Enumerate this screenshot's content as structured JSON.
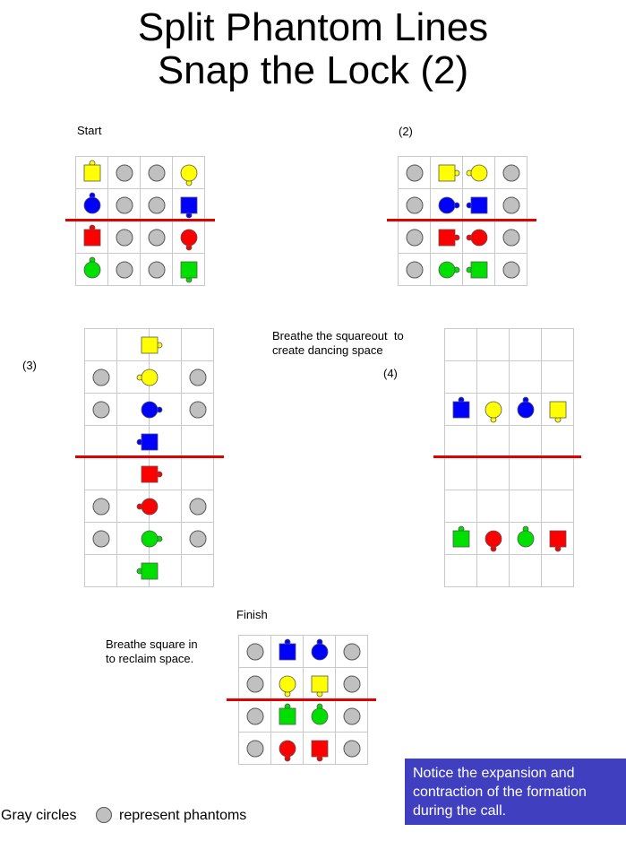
{
  "title_line1": "Split Phantom Lines",
  "title_line2": "Snap the Lock (2)",
  "labels": {
    "start": "Start",
    "step2": "(2)",
    "step3": "(3)",
    "step4": "(4)",
    "breathe_out": "Breathe the squareout  to\ncreate dancing space",
    "finish": "Finish",
    "breathe_in": "Breathe square in\nto reclaim space."
  },
  "note": "Notice the expansion and contraction of the formation during the call.",
  "legend": {
    "prefix": "Gray circles",
    "suffix": "represent phantoms"
  },
  "colors": {
    "yellow": "#ffff00",
    "blue": "#0000ff",
    "red": "#ff0000",
    "green": "#00e000",
    "phantom": "#c0c0c0",
    "line": "#e00000",
    "note_bg": "#3f3fc0"
  },
  "diagrams": {
    "start": {
      "rows": [
        [
          {
            "s": "square",
            "c": "yellow",
            "f": "n"
          },
          {
            "s": "phantom"
          },
          {
            "s": "phantom"
          },
          {
            "s": "circle",
            "c": "yellow",
            "f": "s"
          }
        ],
        [
          {
            "s": "circle",
            "c": "blue",
            "f": "n"
          },
          {
            "s": "phantom"
          },
          {
            "s": "phantom"
          },
          {
            "s": "square",
            "c": "blue",
            "f": "s"
          }
        ],
        [
          {
            "s": "square",
            "c": "red",
            "f": "n"
          },
          {
            "s": "phantom"
          },
          {
            "s": "phantom"
          },
          {
            "s": "circle",
            "c": "red",
            "f": "s"
          }
        ],
        [
          {
            "s": "circle",
            "c": "green",
            "f": "n"
          },
          {
            "s": "phantom"
          },
          {
            "s": "phantom"
          },
          {
            "s": "square",
            "c": "green",
            "f": "s"
          }
        ]
      ]
    },
    "step2": {
      "rows": [
        [
          {
            "s": "phantom"
          },
          {
            "s": "square",
            "c": "yellow",
            "f": "e"
          },
          {
            "s": "circle",
            "c": "yellow",
            "f": "w"
          },
          {
            "s": "phantom"
          }
        ],
        [
          {
            "s": "phantom"
          },
          {
            "s": "circle",
            "c": "blue",
            "f": "e"
          },
          {
            "s": "square",
            "c": "blue",
            "f": "w"
          },
          {
            "s": "phantom"
          }
        ],
        [
          {
            "s": "phantom"
          },
          {
            "s": "square",
            "c": "red",
            "f": "e"
          },
          {
            "s": "circle",
            "c": "red",
            "f": "w"
          },
          {
            "s": "phantom"
          }
        ],
        [
          {
            "s": "phantom"
          },
          {
            "s": "circle",
            "c": "green",
            "f": "e"
          },
          {
            "s": "square",
            "c": "green",
            "f": "w"
          },
          {
            "s": "phantom"
          }
        ]
      ]
    },
    "step3": {
      "dancers": [
        {
          "row": 0,
          "s": "square",
          "c": "yellow",
          "f": "e"
        },
        {
          "row": 1,
          "s": "circle",
          "c": "yellow",
          "f": "w"
        },
        {
          "row": 2,
          "s": "circle",
          "c": "blue",
          "f": "e"
        },
        {
          "row": 3,
          "s": "square",
          "c": "blue",
          "f": "w"
        },
        {
          "row": 4,
          "s": "square",
          "c": "red",
          "f": "e"
        },
        {
          "row": 5,
          "s": "circle",
          "c": "red",
          "f": "w"
        },
        {
          "row": 6,
          "s": "circle",
          "c": "green",
          "f": "e"
        },
        {
          "row": 7,
          "s": "square",
          "c": "green",
          "f": "w"
        }
      ],
      "phantom_rows": [
        1,
        2,
        5,
        6
      ]
    },
    "step4": {
      "top": [
        {
          "s": "square",
          "c": "blue",
          "f": "n"
        },
        {
          "s": "circle",
          "c": "yellow",
          "f": "s"
        },
        {
          "s": "circle",
          "c": "blue",
          "f": "n"
        },
        {
          "s": "square",
          "c": "yellow",
          "f": "s"
        }
      ],
      "bottom": [
        {
          "s": "square",
          "c": "green",
          "f": "n"
        },
        {
          "s": "circle",
          "c": "red",
          "f": "s"
        },
        {
          "s": "circle",
          "c": "green",
          "f": "n"
        },
        {
          "s": "square",
          "c": "red",
          "f": "s"
        }
      ]
    },
    "finish": {
      "rows": [
        [
          {
            "s": "phantom"
          },
          {
            "s": "square",
            "c": "blue",
            "f": "n"
          },
          {
            "s": "circle",
            "c": "blue",
            "f": "n"
          },
          {
            "s": "phantom"
          }
        ],
        [
          {
            "s": "phantom"
          },
          {
            "s": "circle",
            "c": "yellow",
            "f": "s"
          },
          {
            "s": "square",
            "c": "yellow",
            "f": "s"
          },
          {
            "s": "phantom"
          }
        ],
        [
          {
            "s": "phantom"
          },
          {
            "s": "square",
            "c": "green",
            "f": "n"
          },
          {
            "s": "circle",
            "c": "green",
            "f": "n"
          },
          {
            "s": "phantom"
          }
        ],
        [
          {
            "s": "phantom"
          },
          {
            "s": "circle",
            "c": "red",
            "f": "s"
          },
          {
            "s": "square",
            "c": "red",
            "f": "s"
          },
          {
            "s": "phantom"
          }
        ]
      ]
    }
  }
}
